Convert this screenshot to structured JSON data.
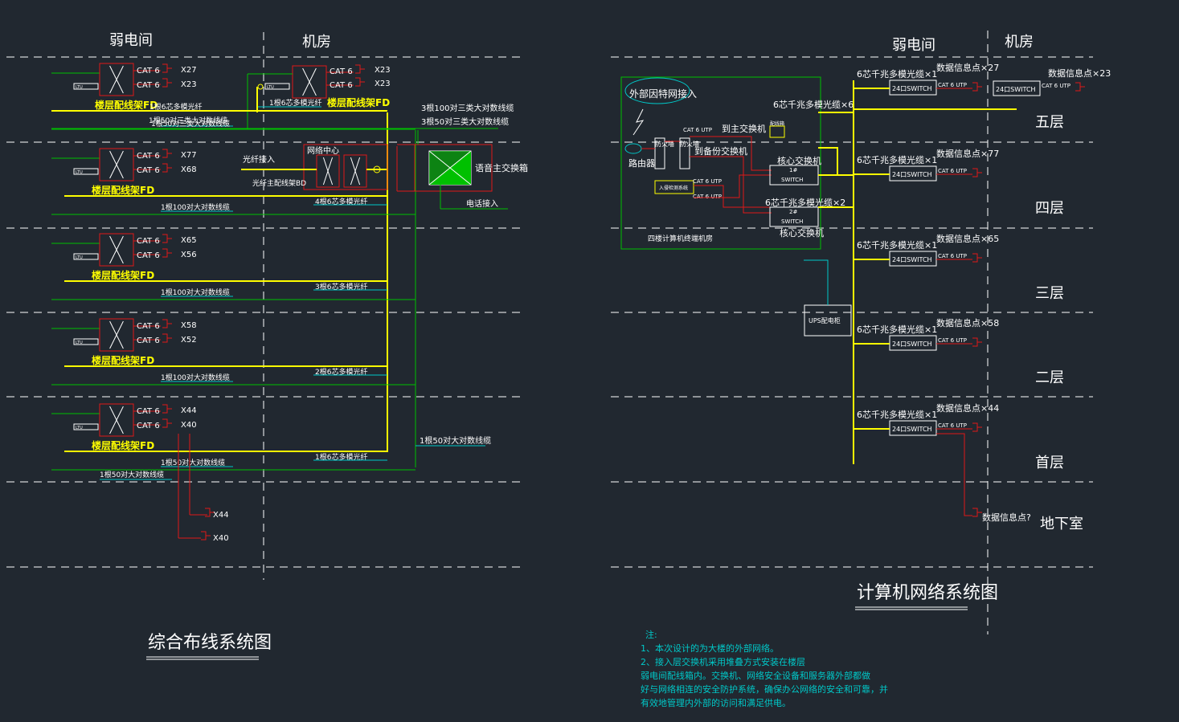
{
  "colors": {
    "background": "#212830",
    "dash": "#ffffff",
    "green": "#00c000",
    "yellow": "#ffff00",
    "red": "#e01818",
    "cyan": "#00c8c8",
    "white": "#ffffff"
  },
  "left": {
    "header_weak": "弱电间",
    "header_machine": "机房",
    "title": "综合布线系统图",
    "floors": [
      {
        "cat1": "CAT 6",
        "cat2": "CAT 6",
        "x1": "X27",
        "x2": "X23",
        "fd": "楼层配线架FD",
        "fiber": "1根6芯多模光纤",
        "cable": "1根50对三类大对数线缆",
        "ltu": "LTU"
      },
      {
        "cat1": "CAT 6",
        "cat2": "CAT 6",
        "x1": "X77",
        "x2": "X68",
        "fd": "楼层配线架FD",
        "fiber": "4根6芯多模光纤",
        "cable": "1根100对大对数线缆",
        "ltu": "LTU"
      },
      {
        "cat1": "CAT 6",
        "cat2": "CAT 6",
        "x1": "X65",
        "x2": "X56",
        "fd": "楼层配线架FD",
        "fiber": "3根6芯多模光纤",
        "cable": "1根100对大对数线缆",
        "ltu": "LTU"
      },
      {
        "cat1": "CAT 6",
        "cat2": "CAT 6",
        "x1": "X58",
        "x2": "X52",
        "fd": "楼层配线架FD",
        "fiber": "2根6芯多模光纤",
        "cable": "1根100对大对数线缆",
        "ltu": "LTU"
      },
      {
        "cat1": "CAT 6",
        "cat2": "CAT 6",
        "x1": "X44",
        "x2": "X40",
        "fd": "楼层配线架FD",
        "fiber": "1根6芯多模光纤",
        "cable": "1根50对大对数线缆",
        "ltu": "LTU"
      }
    ],
    "machine_fd": {
      "cat1": "CAT 6",
      "cat2": "CAT 6",
      "x1": "X23",
      "x2": "X23",
      "fd": "楼层配线架FD",
      "fiber": "1根6芯多模光纤",
      "ltu": "LTU"
    },
    "cable_100_3": "3根100对三类大对数线缆",
    "cable_50_3": "3根50对三类大对数线缆",
    "fiber_in": "光纤接入",
    "network_center": "网络中心",
    "fiber_main": "光纤主配线架BD",
    "voice_switch": "语音主交换箱",
    "phone_in": "电话接入",
    "trunk_50": "1根50对大对数线缆",
    "base_x1": "X44",
    "base_x2": "X40"
  },
  "right": {
    "header_weak": "弱电间",
    "header_machine": "机房",
    "title": "计算机网络系统图",
    "internet": "外部因特网接入",
    "router": "路由器",
    "firewall": "防火墙",
    "to_main": "到主交换机",
    "to_backup": "到备份交换机",
    "core_switch": "核心交换机",
    "sw1": "1#",
    "sw2": "2#",
    "switch": "SWITCH",
    "fiber6": "6芯千兆多模光缆×6",
    "fiber2": "6芯千兆多模光缆×2",
    "fiber1": "6芯千兆多模光缆×1",
    "ups": "UPS配电柜",
    "room": "四楼计算机终端机房",
    "access": "入侵检测系统",
    "utp": "CAT 6 UTP",
    "port24": "24口SWITCH",
    "box": "配线箱",
    "floors": [
      {
        "label": "五层",
        "info": "数据信息点×27"
      },
      {
        "label": "四层",
        "info": "数据信息点×77"
      },
      {
        "label": "三层",
        "info": "数据信息点×65"
      },
      {
        "label": "二层",
        "info": "数据信息点×58"
      },
      {
        "label": "首层",
        "info": "数据信息点×44"
      }
    ],
    "machine_info": "数据信息点×23",
    "basement": "地下室",
    "basement_info": "数据信息点?",
    "notes": [
      "注:",
      "1、本次设计的为大楼的外部网络。",
      "2、接入层交换机采用堆叠方式安装在楼层",
      "弱电间配线箱内。交换机、网络安全设备和服务器外部都做",
      "好与网络相连的安全防护系统，确保办公网络的安全和可靠，并",
      "有效地管理内外部的访问和满足供电。"
    ]
  }
}
